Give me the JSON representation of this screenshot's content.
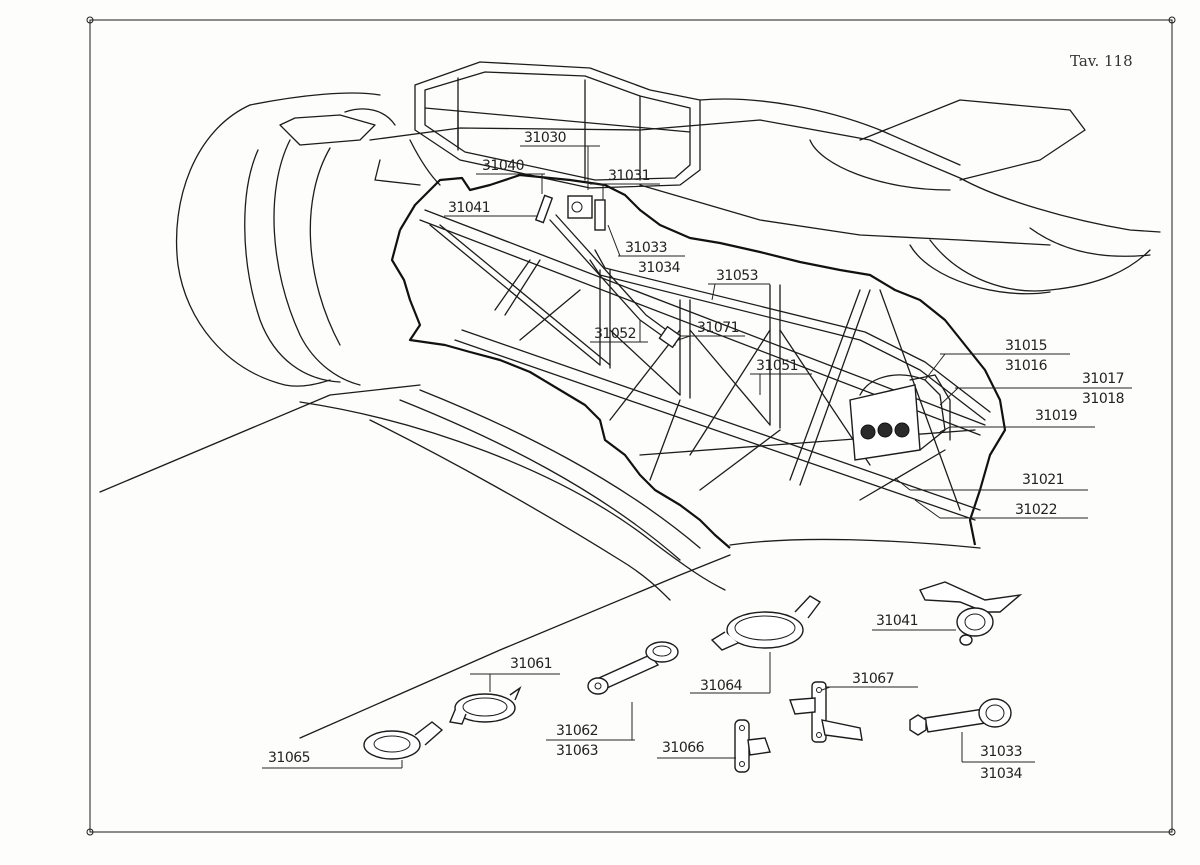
{
  "plate_number": "Tav. 118",
  "labels": {
    "l31030": "31030",
    "l31040": "31040",
    "l31031": "31031",
    "l31041": "31041",
    "l31033": "31033",
    "l31034": "31034",
    "l31053": "31053",
    "l31052": "31052",
    "l31071": "31071",
    "l31051": "31051",
    "l31015": "31015",
    "l31016": "31016",
    "l31017": "31017",
    "l31018": "31018",
    "l31019": "31019",
    "l31021": "31021",
    "l31022": "31022",
    "p31041": "31041",
    "p31061": "31061",
    "p31064": "31064",
    "p31067": "31067",
    "p31062": "31062",
    "p31063": "31063",
    "p31065": "31065",
    "p31066": "31066",
    "p31033": "31033",
    "p31034": "31034"
  }
}
